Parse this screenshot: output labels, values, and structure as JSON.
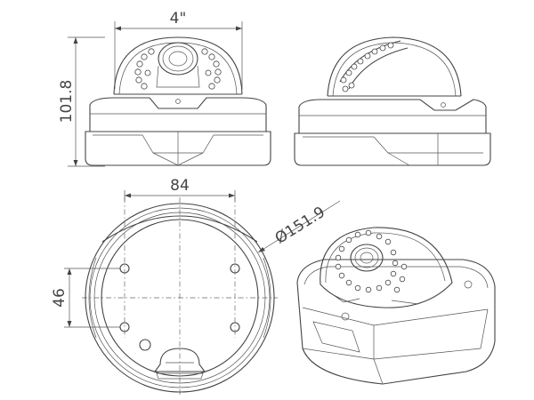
{
  "dimensions": {
    "dome_width": "4\"",
    "height": "101.8",
    "hole_spacing_x": "84",
    "hole_spacing_y": "46",
    "base_diameter": "Ø151.9"
  },
  "views": [
    "front-elevation",
    "side-elevation",
    "bottom-plan",
    "isometric"
  ]
}
